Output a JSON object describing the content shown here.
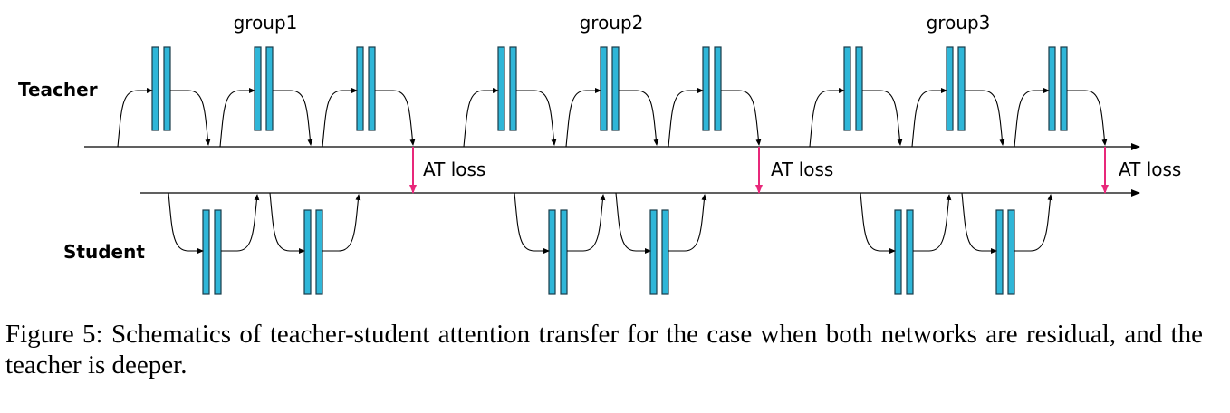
{
  "rows": {
    "teacher_label": "Teacher",
    "student_label": "Student"
  },
  "groups": [
    {
      "label": "group1",
      "teacher_blocks": 3,
      "student_blocks": 2,
      "loss_label": "AT loss"
    },
    {
      "label": "group2",
      "teacher_blocks": 3,
      "student_blocks": 2,
      "loss_label": "AT loss"
    },
    {
      "label": "group3",
      "teacher_blocks": 3,
      "student_blocks": 2,
      "loss_label": "AT loss"
    }
  ],
  "colors": {
    "block_fill": "#2FB6D8",
    "block_stroke": "#1a3c4a",
    "loss_arrow": "#E8287A",
    "line": "#000000"
  },
  "caption": "Figure 5:  Schematics of teacher-student attention transfer for the case when both networks are residual, and the teacher is deeper."
}
